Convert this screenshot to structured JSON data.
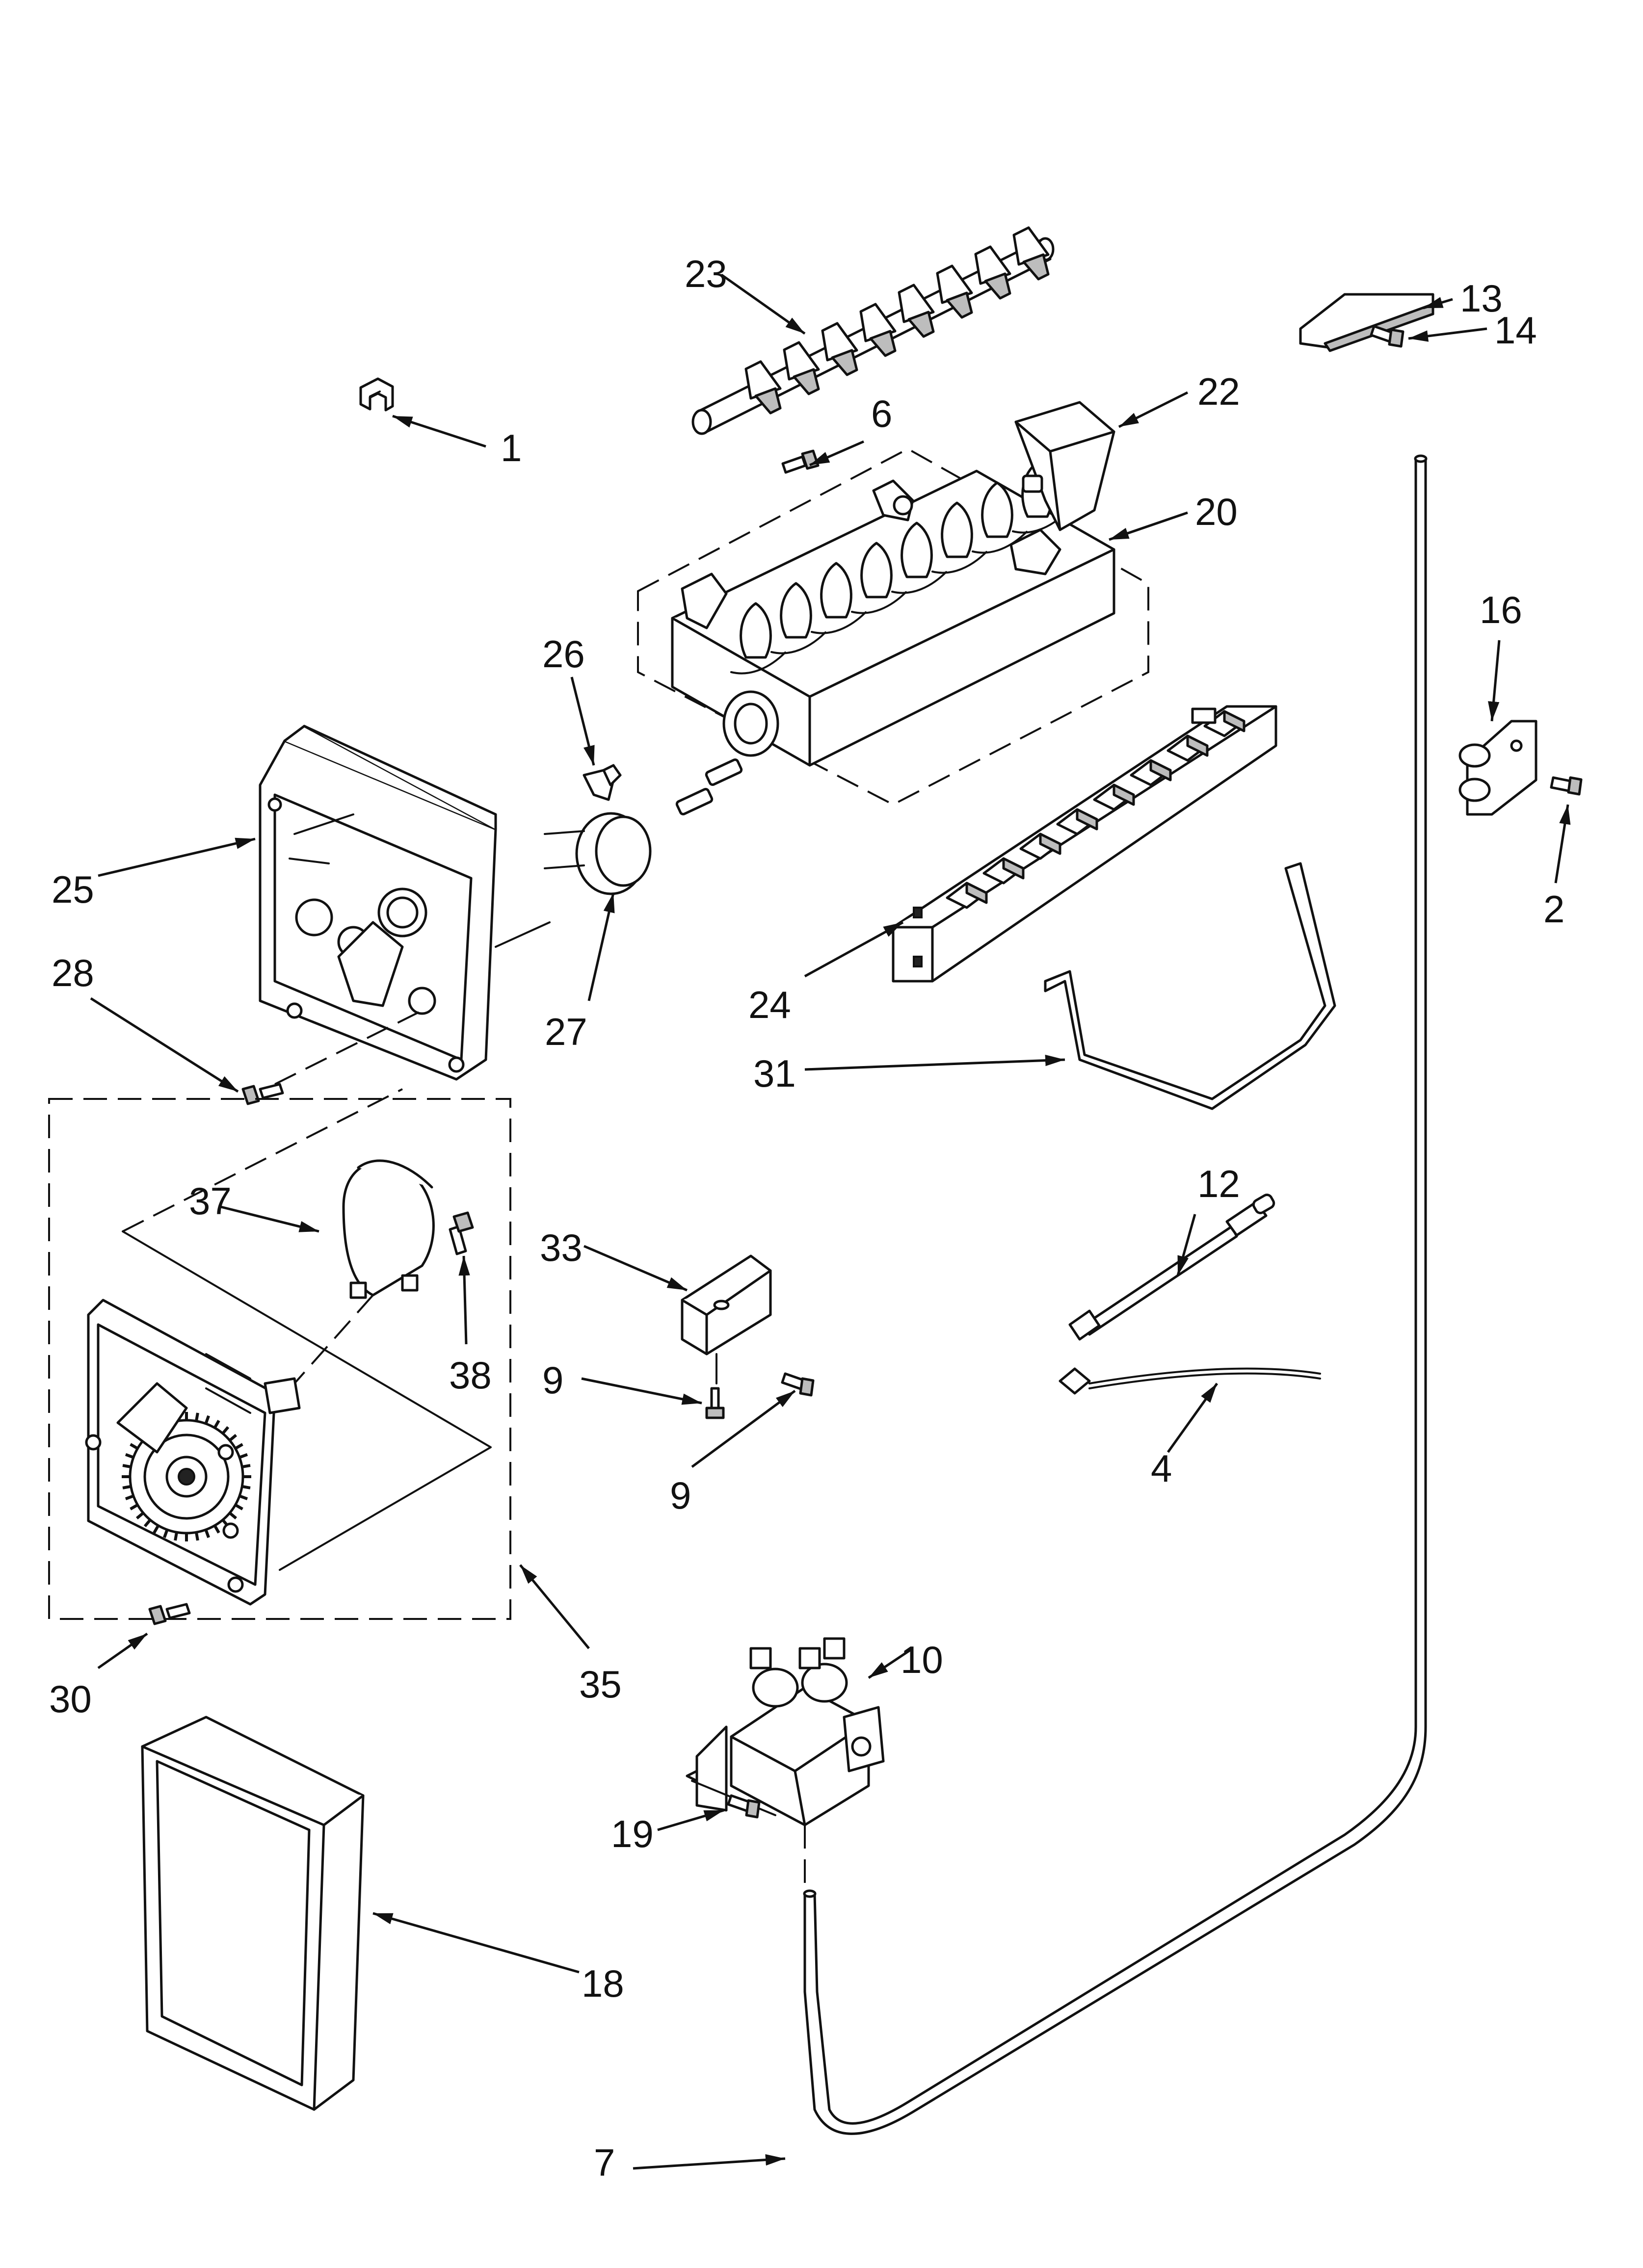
{
  "diagram": {
    "callouts": [
      {
        "id": "c1",
        "label": "1"
      },
      {
        "id": "c2",
        "label": "2"
      },
      {
        "id": "c4",
        "label": "4"
      },
      {
        "id": "c6",
        "label": "6"
      },
      {
        "id": "c7",
        "label": "7"
      },
      {
        "id": "c9a",
        "label": "9"
      },
      {
        "id": "c9b",
        "label": "9"
      },
      {
        "id": "c10",
        "label": "10"
      },
      {
        "id": "c12",
        "label": "12"
      },
      {
        "id": "c13",
        "label": "13"
      },
      {
        "id": "c14",
        "label": "14"
      },
      {
        "id": "c16",
        "label": "16"
      },
      {
        "id": "c18",
        "label": "18"
      },
      {
        "id": "c19",
        "label": "19"
      },
      {
        "id": "c20",
        "label": "20"
      },
      {
        "id": "c22",
        "label": "22"
      },
      {
        "id": "c23",
        "label": "23"
      },
      {
        "id": "c24",
        "label": "24"
      },
      {
        "id": "c25",
        "label": "25"
      },
      {
        "id": "c26",
        "label": "26"
      },
      {
        "id": "c27",
        "label": "27"
      },
      {
        "id": "c28",
        "label": "28"
      },
      {
        "id": "c30",
        "label": "30"
      },
      {
        "id": "c31",
        "label": "31"
      },
      {
        "id": "c33",
        "label": "33"
      },
      {
        "id": "c35",
        "label": "35"
      },
      {
        "id": "c37",
        "label": "37"
      },
      {
        "id": "c38",
        "label": "38"
      }
    ]
  }
}
